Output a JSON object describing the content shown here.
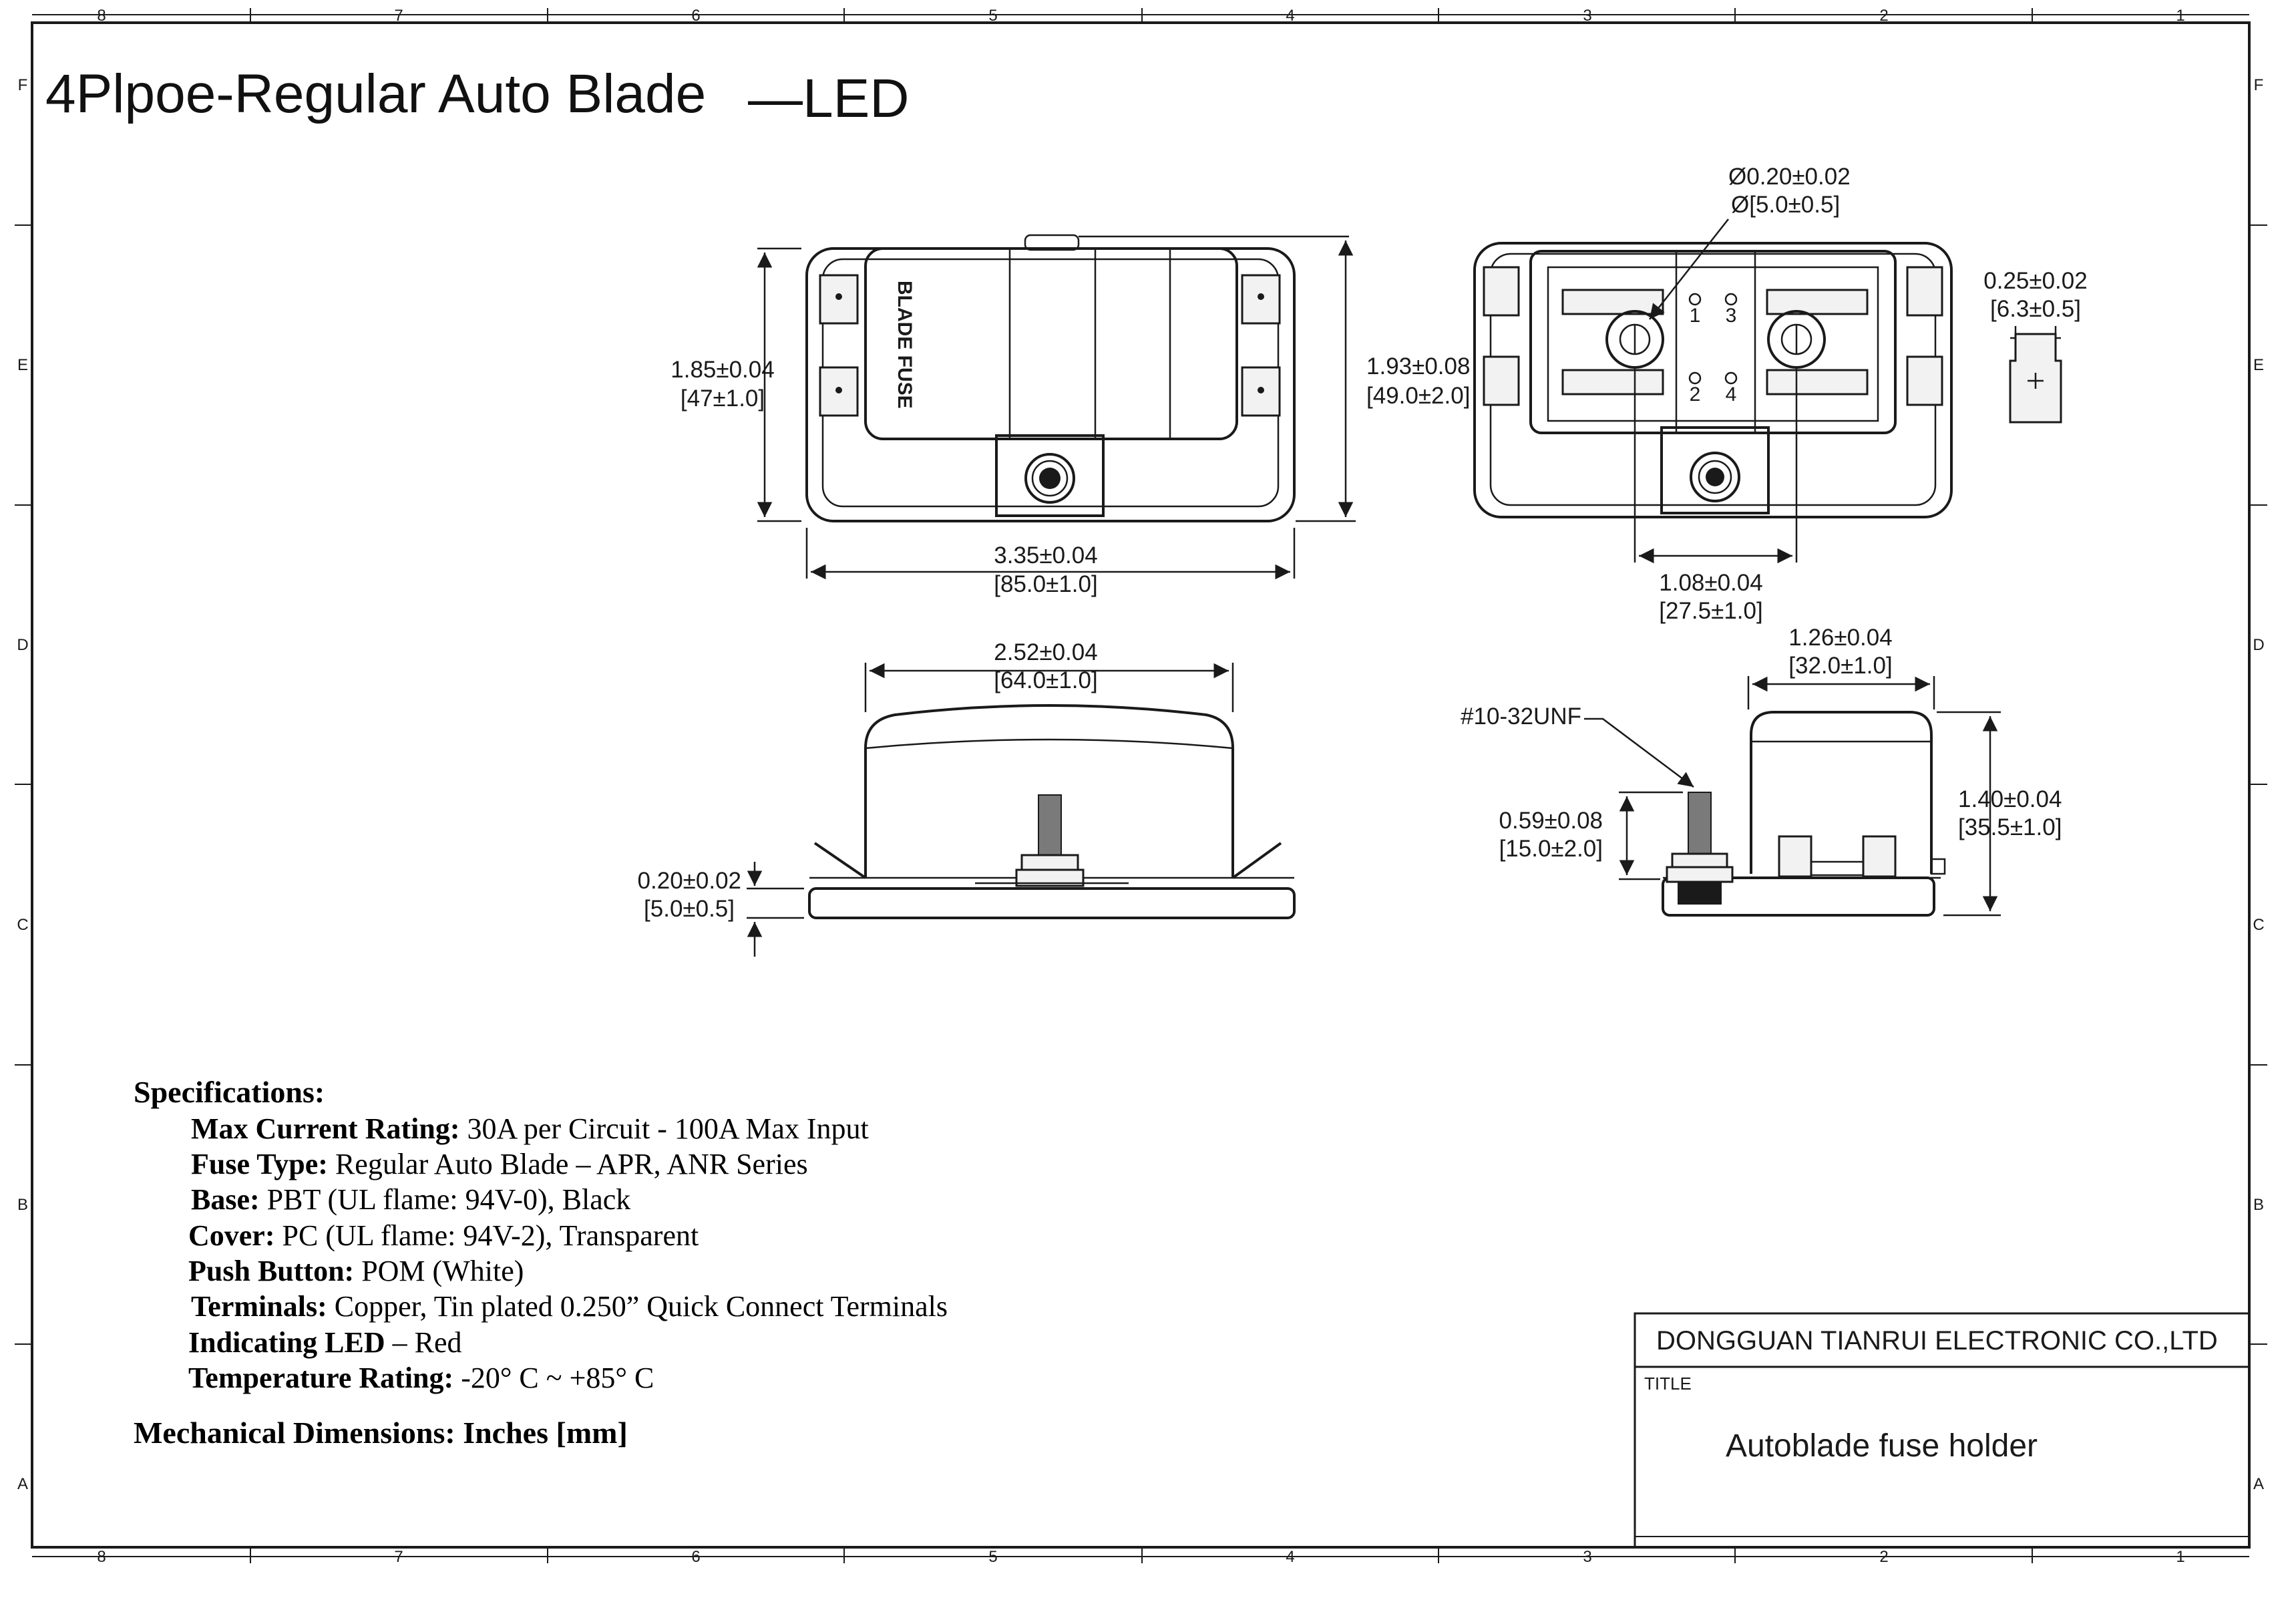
{
  "title": {
    "main": "4Plpoe-Regular Auto Blade",
    "suffix": "—LED"
  },
  "border": {
    "columns": [
      "8",
      "7",
      "6",
      "5",
      "4",
      "3",
      "2",
      "1"
    ],
    "rows": [
      "F",
      "E",
      "D",
      "C",
      "B",
      "A"
    ]
  },
  "views": {
    "front": {
      "height_left": [
        "1.85±0.04",
        "[47±1.0]"
      ],
      "height_right": [
        "1.93±0.08",
        "[49.0±2.0]"
      ],
      "width": [
        "3.35±0.04",
        "[85.0±1.0]"
      ],
      "cover_label": "BLADE FUSE"
    },
    "top": {
      "hole": [
        "Ø0.20±0.02",
        "Ø[5.0±0.5]"
      ],
      "pitch": [
        "1.08±0.04",
        "[27.5±1.0]"
      ],
      "positions": [
        "1",
        "3",
        "2",
        "4"
      ]
    },
    "terminal": {
      "width": [
        "0.25±0.02",
        "[6.3±0.5]"
      ]
    },
    "side": {
      "width": [
        "2.52±0.04",
        "[64.0±1.0]"
      ],
      "base": [
        "0.20±0.02",
        "[5.0±0.5]"
      ]
    },
    "end": {
      "width": [
        "1.26±0.04",
        "[32.0±1.0]"
      ],
      "height": [
        "1.40±0.04",
        "[35.5±1.0]"
      ],
      "stud": [
        "0.59±0.08",
        "[15.0±2.0]"
      ],
      "thread": "#10-32UNF"
    }
  },
  "specifications": {
    "heading": "Specifications:",
    "items": [
      {
        "key": "Max Current Rating:",
        "value": " 30A  per Circuit - 100A Max Input"
      },
      {
        "key": "Fuse Type:",
        "value": " Regular Auto Blade – APR, ANR Series"
      },
      {
        "key": "Base:",
        "value": " PBT (UL flame: 94V-0), Black"
      },
      {
        "key": "Cover:",
        "value": " PC (UL flame: 94V-2), Transparent"
      },
      {
        "key": "Push Button:",
        "value": " POM (White)"
      },
      {
        "key": "Terminals:",
        "value": " Copper, Tin plated 0.250” Quick Connect Terminals"
      },
      {
        "key": "Indicating LED",
        "value": " – Red"
      },
      {
        "key": "Temperature Rating:",
        "value": " -20° C ~ +85° C"
      }
    ],
    "units_note": "Mechanical Dimensions:  Inches [mm]"
  },
  "title_block": {
    "company": "DONGGUAN TIANRUI ELECTRONIC CO.,LTD",
    "title_label": "TITLE",
    "title_value": "Autoblade fuse holder"
  }
}
